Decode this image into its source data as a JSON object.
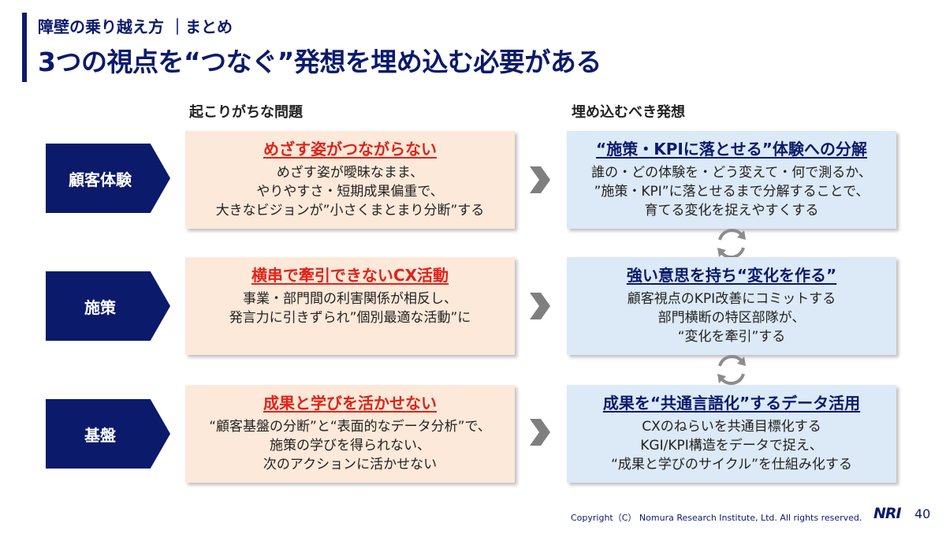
{
  "header": {
    "subtitle": "障壁の乗り越え方 ｜まとめ",
    "title": "3つの視点を“つなぐ”発想を埋め込む必要がある"
  },
  "columns": {
    "left": "起こりがちな問題",
    "right": "埋め込むべき発想"
  },
  "rows": [
    {
      "category": "顧客体験",
      "problem_head": "めざす姿がつながらない",
      "problem_lines": [
        "めざす姿が曖昧なまま、",
        "やりやすさ・短期成果偏重で、",
        "大きなビジョンが”小さくまとまり分断”する"
      ],
      "idea_head": "“施策・KPIに落とせる”体験への分解",
      "idea_lines": [
        "誰の・どの体験を・どう変えて・何で測るか、",
        "”施策・KPI”に落とせるまで分解することで、",
        "育てる変化を捉えやすくする"
      ]
    },
    {
      "category": "施策",
      "problem_head": "横串で牽引できないCX活動",
      "problem_lines": [
        "事業・部門間の利害関係が相反し、",
        "発言力に引きずられ”個別最適な活動”に"
      ],
      "idea_head": "強い意思を持ち“変化を作る”",
      "idea_lines": [
        "顧客視点のKPI改善にコミットする",
        "部門横断の特区部隊が、",
        "“変化を牽引”する"
      ]
    },
    {
      "category": "基盤",
      "problem_head": "成果と学びを活かせない",
      "problem_lines": [
        "“顧客基盤の分断”と“表面的なデータ分析”で、",
        "施策の学びを得られない、",
        "次のアクションに活かせない"
      ],
      "idea_head": "成果を“共通言語化”するデータ活用",
      "idea_lines": [
        "CXのねらいを共通目標化する",
        "KGI/KPI構造をデータで捉え、",
        "“成果と学びのサイクル”を仕組み化する"
      ]
    }
  ],
  "footer": {
    "copyright": "Copyright（C） Nomura Research Institute, Ltd. All rights reserved.",
    "logo": "NRI",
    "page": "40"
  },
  "colors": {
    "navy": "#0b1a6b",
    "problem_bg": "#fde9d9",
    "idea_bg": "#dce9f6",
    "problem_head": "#e0231b",
    "arrow": "#7f7f7f"
  },
  "icons": [
    "chevron-right-icon",
    "cycle-arrows-icon"
  ]
}
